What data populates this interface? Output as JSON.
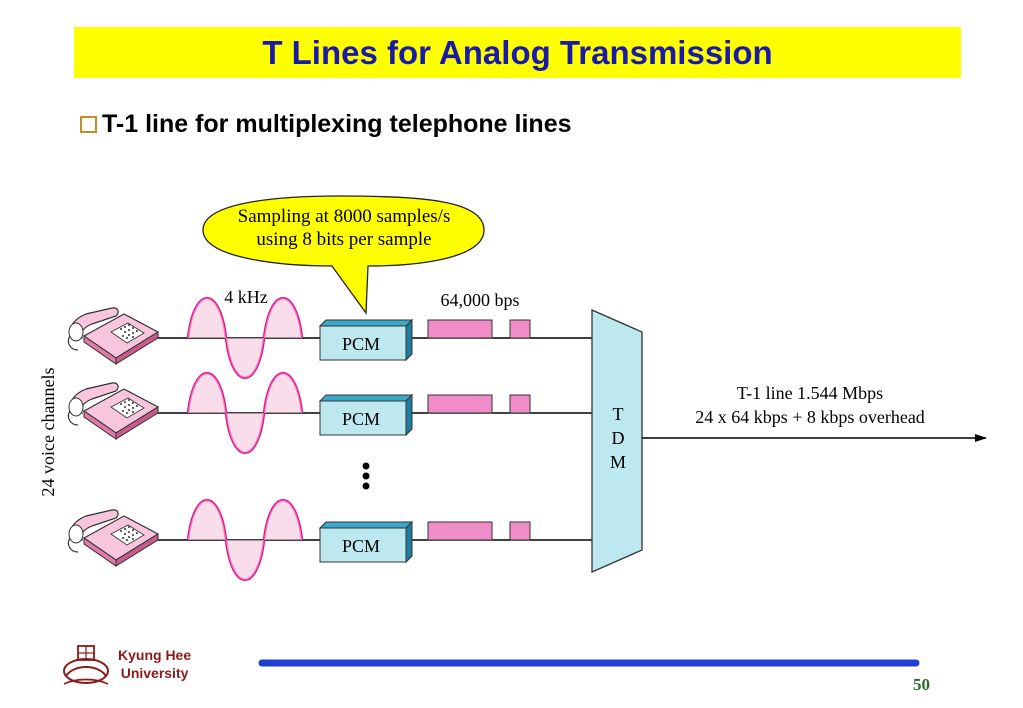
{
  "slide": {
    "title": "T Lines for Analog Transmission",
    "bullet": "T-1 line for multiplexing telephone lines",
    "page_number": "50"
  },
  "diagram": {
    "callout": {
      "line1": "Sampling at 8000 samples/s",
      "line2": "using 8 bits per sample"
    },
    "signal_label": "4 kHz",
    "rate_label": "64,000 bps",
    "pcm_label": "PCM",
    "side_label": "24 voice channels",
    "tdm_label": [
      "T",
      "D",
      "M"
    ],
    "output": {
      "line1": "T-1 line 1.544 Mbps",
      "line2": "24 x 64 kbps + 8 kbps overhead"
    }
  },
  "footer": {
    "university_line1": "Kyung Hee",
    "university_line2": "University"
  },
  "colors": {
    "title_bg": "#ffff00",
    "title_text": "#1a1aa8",
    "callout_fill": "#ffff00",
    "pcm_fill": "#bde8f0",
    "wave": "#e0138c",
    "bits_fill": "#f08cc8",
    "footer_line": "#1f3fd0"
  }
}
